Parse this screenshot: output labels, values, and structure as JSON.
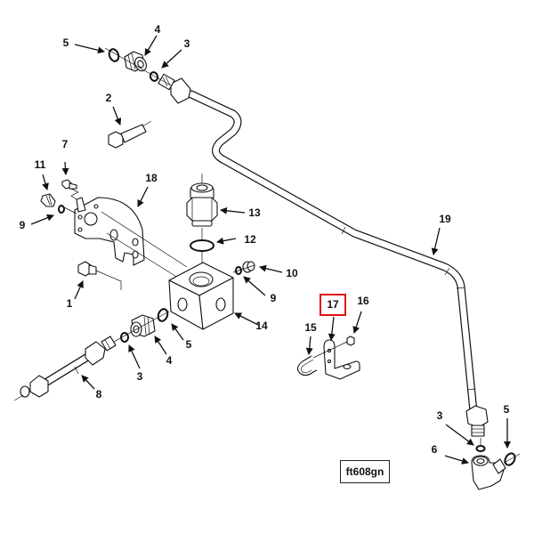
{
  "figure": {
    "id_label": "ft608gn",
    "highlighted_callout": "17",
    "highlight_color": "#e01010"
  },
  "callouts": [
    {
      "key": "c1",
      "text": "1"
    },
    {
      "key": "c2",
      "text": "2"
    },
    {
      "key": "c3a",
      "text": "3"
    },
    {
      "key": "c3b",
      "text": "3"
    },
    {
      "key": "c3c",
      "text": "3"
    },
    {
      "key": "c4a",
      "text": "4"
    },
    {
      "key": "c4b",
      "text": "4"
    },
    {
      "key": "c5a",
      "text": "5"
    },
    {
      "key": "c5b",
      "text": "5"
    },
    {
      "key": "c5c",
      "text": "5"
    },
    {
      "key": "c6",
      "text": "6"
    },
    {
      "key": "c7",
      "text": "7"
    },
    {
      "key": "c8",
      "text": "8"
    },
    {
      "key": "c9a",
      "text": "9"
    },
    {
      "key": "c9b",
      "text": "9"
    },
    {
      "key": "c10",
      "text": "10"
    },
    {
      "key": "c11",
      "text": "11"
    },
    {
      "key": "c12",
      "text": "12"
    },
    {
      "key": "c13",
      "text": "13"
    },
    {
      "key": "c14",
      "text": "14"
    },
    {
      "key": "c15",
      "text": "15"
    },
    {
      "key": "c16",
      "text": "16"
    },
    {
      "key": "c17",
      "text": "17"
    },
    {
      "key": "c18",
      "text": "18"
    },
    {
      "key": "c19",
      "text": "19"
    }
  ],
  "parts": [
    {
      "number": "1",
      "name": "flange-bolt"
    },
    {
      "number": "2",
      "name": "flange-bolt-long"
    },
    {
      "number": "3",
      "name": "o-ring-small"
    },
    {
      "number": "4",
      "name": "adapter-fitting"
    },
    {
      "number": "5",
      "name": "o-ring"
    },
    {
      "number": "6",
      "name": "elbow-fitting"
    },
    {
      "number": "7",
      "name": "screw"
    },
    {
      "number": "8",
      "name": "tube-assembly-short"
    },
    {
      "number": "9",
      "name": "o-ring-plug"
    },
    {
      "number": "10",
      "name": "plug"
    },
    {
      "number": "11",
      "name": "plug-fitting"
    },
    {
      "number": "12",
      "name": "o-ring-large"
    },
    {
      "number": "13",
      "name": "connector-fitting"
    },
    {
      "number": "14",
      "name": "manifold-block"
    },
    {
      "number": "15",
      "name": "u-clip"
    },
    {
      "number": "16",
      "name": "nut"
    },
    {
      "number": "17",
      "name": "bracket"
    },
    {
      "number": "18",
      "name": "mounting-bracket"
    },
    {
      "number": "19",
      "name": "tube-assembly-long"
    }
  ]
}
